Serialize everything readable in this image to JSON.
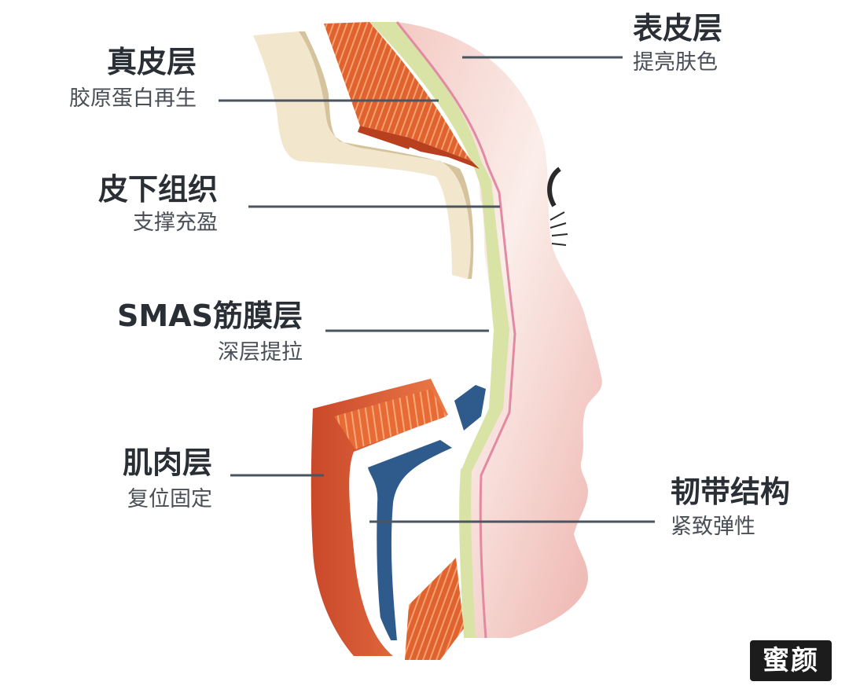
{
  "layers": [
    {
      "key": "epidermis",
      "title": "表皮层",
      "subtitle": "提亮肤色"
    },
    {
      "key": "dermis",
      "title": "真皮层",
      "subtitle": "胶原蛋白再生"
    },
    {
      "key": "subcutaneous",
      "title": "皮下组织",
      "subtitle": "支撑充盈"
    },
    {
      "key": "smas",
      "title": "SMAS筋膜层",
      "subtitle": "深层提拉"
    },
    {
      "key": "muscle",
      "title": "肌肉层",
      "subtitle": "复位固定"
    },
    {
      "key": "ligament",
      "title": "韧带结构",
      "subtitle": "紧致弹性"
    }
  ],
  "watermark": "蜜颜",
  "colors": {
    "skin": "#f1c2bd",
    "skin_light": "#f8e3df",
    "muscle": "#e0622f",
    "muscle_dark": "#b8401f",
    "muscle_stripe": "#f39a6b",
    "fat": "#f2e6cd",
    "fat_shade": "#e3d2ae",
    "smas_green": "#d9e3a6",
    "ligament_blue": "#2e5a8c",
    "leader_line": "#4a5560",
    "text_dark": "#2a2f36"
  }
}
